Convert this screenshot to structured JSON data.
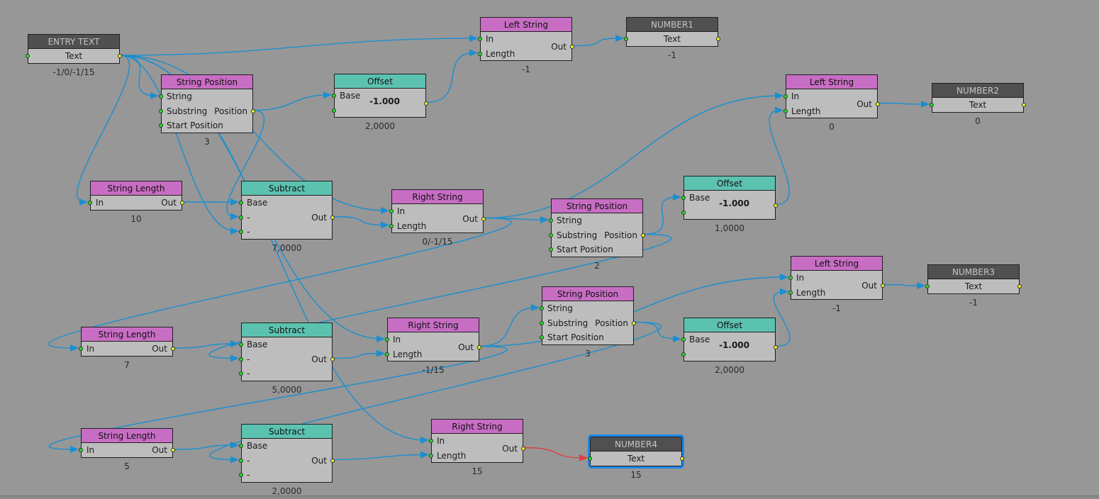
{
  "colors": {
    "background": "#979797",
    "wire": "#1a8fd0",
    "active_wire": "#e04040",
    "string_header": "#c86dc4",
    "math_header": "#5cc2b0",
    "io_header": "#505050",
    "selected": "#1e86e8"
  },
  "nodes": [
    {
      "id": "entry",
      "kind": "io",
      "title": "ENTRY TEXT",
      "rows": [
        {
          "center": "Text",
          "in": "",
          "out": ""
        }
      ],
      "value": "-1/0/-1/15"
    },
    {
      "id": "sp1",
      "kind": "string",
      "title": "String Position",
      "rows": [
        {
          "in": "String"
        },
        {
          "in": "Substring",
          "out": "Position"
        },
        {
          "in": "Start Position"
        }
      ],
      "value": "3"
    },
    {
      "id": "off1",
      "kind": "math",
      "title": "Offset",
      "rows": [
        {
          "in": "Base"
        },
        {
          "in": ""
        }
      ],
      "field": "-1.000",
      "out_mid": "",
      "value": "2,0000"
    },
    {
      "id": "ls1",
      "kind": "string",
      "title": "Left String",
      "rows": [
        {
          "in": "In"
        },
        {
          "in": "Length"
        }
      ],
      "out_mid": "Out",
      "value": "-1"
    },
    {
      "id": "num1",
      "kind": "io",
      "title": "NUMBER1",
      "rows": [
        {
          "center": "Text",
          "in": "",
          "out": ""
        }
      ],
      "value": "-1"
    },
    {
      "id": "ls2",
      "kind": "string",
      "title": "Left String",
      "rows": [
        {
          "in": "In"
        },
        {
          "in": "Length"
        }
      ],
      "out_mid": "Out",
      "value": "0"
    },
    {
      "id": "num2",
      "kind": "io",
      "title": "NUMBER2",
      "rows": [
        {
          "center": "Text",
          "in": "",
          "out": ""
        }
      ],
      "value": "0"
    },
    {
      "id": "sl1",
      "kind": "string",
      "title": "String Length",
      "rows": [
        {
          "in": "In",
          "out": "Out"
        }
      ],
      "value": "10"
    },
    {
      "id": "sub1",
      "kind": "math",
      "title": "Subtract",
      "rows": [
        {
          "in": "Base"
        },
        {
          "in": "-",
          "out": "Out"
        },
        {
          "in": "-"
        }
      ],
      "value": "7,0000"
    },
    {
      "id": "rs1",
      "kind": "string",
      "title": "Right String",
      "rows": [
        {
          "in": "In"
        },
        {
          "in": "Length"
        }
      ],
      "out_mid": "Out",
      "value": "0/-1/15"
    },
    {
      "id": "sp2",
      "kind": "string",
      "title": "String Position",
      "rows": [
        {
          "in": "String"
        },
        {
          "in": "Substring",
          "out": "Position"
        },
        {
          "in": "Start Position"
        }
      ],
      "value": "2"
    },
    {
      "id": "off2",
      "kind": "math",
      "title": "Offset",
      "rows": [
        {
          "in": "Base"
        },
        {
          "in": ""
        }
      ],
      "field": "-1.000",
      "out_mid": "",
      "value": "1,0000"
    },
    {
      "id": "ls3",
      "kind": "string",
      "title": "Left String",
      "rows": [
        {
          "in": "In"
        },
        {
          "in": "Length"
        }
      ],
      "out_mid": "Out",
      "value": "-1"
    },
    {
      "id": "num3",
      "kind": "io",
      "title": "NUMBER3",
      "rows": [
        {
          "center": "Text",
          "in": "",
          "out": ""
        }
      ],
      "value": "-1"
    },
    {
      "id": "sp3",
      "kind": "string",
      "title": "String Position",
      "rows": [
        {
          "in": "String"
        },
        {
          "in": "Substring",
          "out": "Position"
        },
        {
          "in": "Start Position"
        }
      ],
      "value": "3"
    },
    {
      "id": "off3",
      "kind": "math",
      "title": "Offset",
      "rows": [
        {
          "in": "Base"
        },
        {
          "in": ""
        }
      ],
      "field": "-1.000",
      "out_mid": "",
      "value": "2,0000"
    },
    {
      "id": "sl2",
      "kind": "string",
      "title": "String Length",
      "rows": [
        {
          "in": "In",
          "out": "Out"
        }
      ],
      "value": "7"
    },
    {
      "id": "sub2",
      "kind": "math",
      "title": "Subtract",
      "rows": [
        {
          "in": "Base"
        },
        {
          "in": "-",
          "out": "Out"
        },
        {
          "in": "-"
        }
      ],
      "value": "5,0000"
    },
    {
      "id": "rs2",
      "kind": "string",
      "title": "Right String",
      "rows": [
        {
          "in": "In"
        },
        {
          "in": "Length"
        }
      ],
      "out_mid": "Out",
      "value": "-1/15"
    },
    {
      "id": "sl3",
      "kind": "string",
      "title": "String Length",
      "rows": [
        {
          "in": "In",
          "out": "Out"
        }
      ],
      "value": "5"
    },
    {
      "id": "sub3",
      "kind": "math",
      "title": "Subtract",
      "rows": [
        {
          "in": "Base"
        },
        {
          "in": "-",
          "out": "Out"
        },
        {
          "in": "-"
        }
      ],
      "value": "2,0000"
    },
    {
      "id": "rs3",
      "kind": "string",
      "title": "Right String",
      "rows": [
        {
          "in": "In"
        },
        {
          "in": "Length"
        }
      ],
      "out_mid": "Out",
      "value": "15"
    },
    {
      "id": "num4",
      "kind": "io",
      "title": "NUMBER4",
      "rows": [
        {
          "center": "Text",
          "in": "",
          "out": ""
        }
      ],
      "value": "15",
      "selected": true
    }
  ]
}
